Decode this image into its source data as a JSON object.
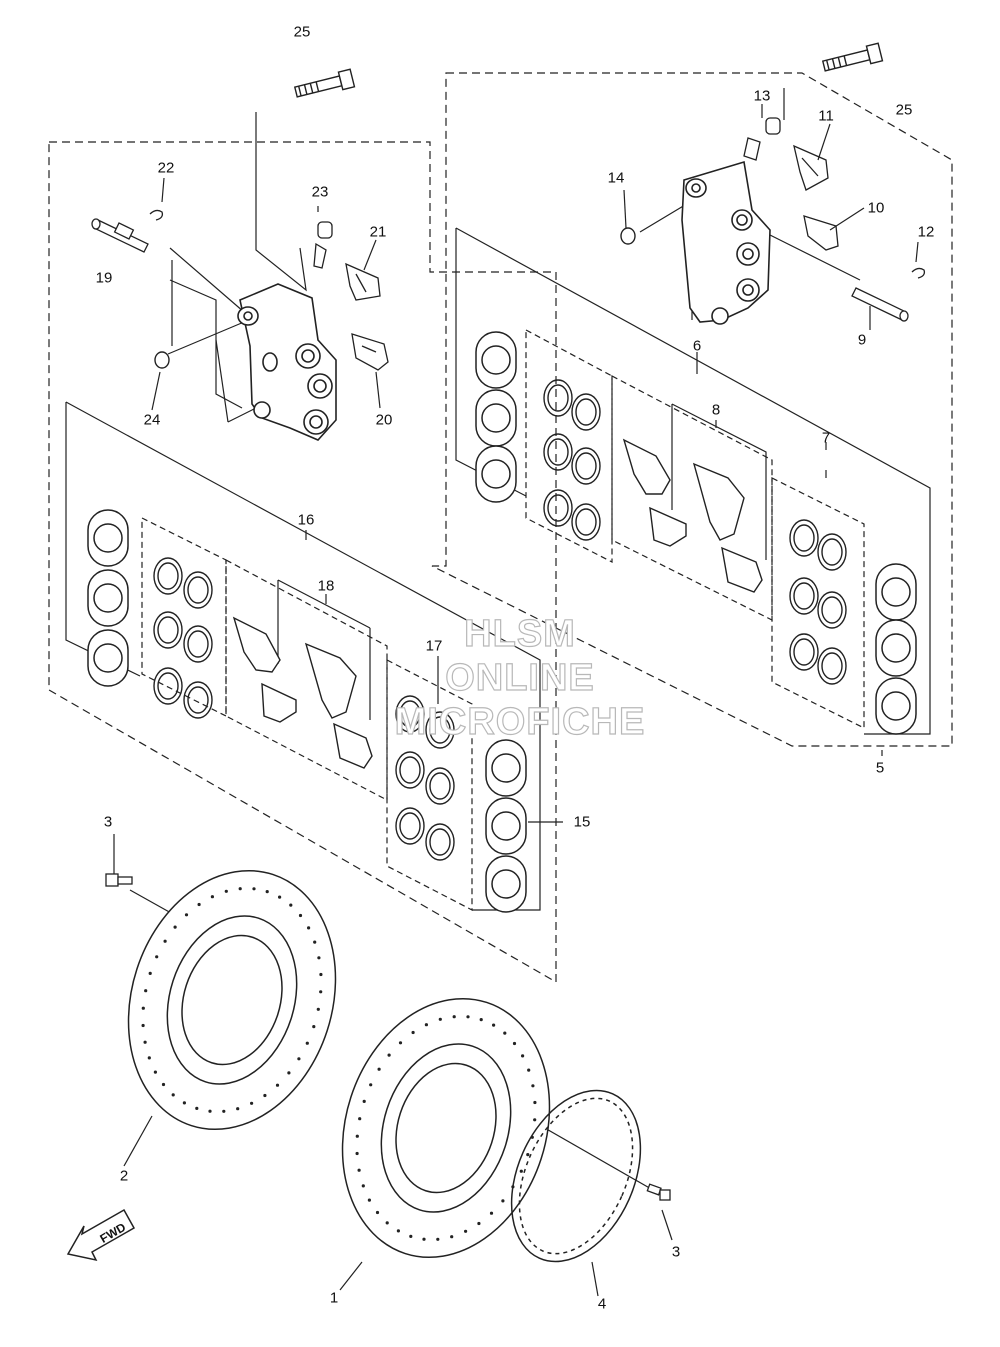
{
  "callouts": {
    "c1": "1",
    "c2": "2",
    "c3a": "3",
    "c3b": "3",
    "c4": "4",
    "c5": "5",
    "c6": "6",
    "c7": "7",
    "c8": "8",
    "c9": "9",
    "c10": "10",
    "c11": "11",
    "c12": "12",
    "c13": "13",
    "c14": "14",
    "c15": "15",
    "c16": "16",
    "c17": "17",
    "c18": "18",
    "c19": "19",
    "c20": "20",
    "c21": "21",
    "c22": "22",
    "c23": "23",
    "c24": "24",
    "c25a": "25",
    "c25b": "25"
  },
  "fwd_label": "FWD",
  "watermark": [
    "HLSM",
    "ONLINE",
    "MICROFICHE"
  ]
}
